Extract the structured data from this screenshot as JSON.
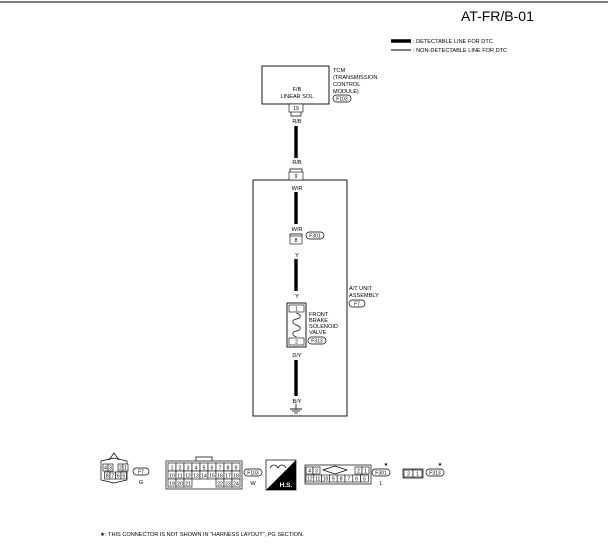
{
  "header": {
    "title": "AT-FR/B-01"
  },
  "legend": {
    "detectable": ": DETECTABLE LINE FOR DTC",
    "non_detectable": ": NON-DETECTABLE LINE FOR DTC"
  },
  "tcm": {
    "name_lines": [
      "TCM",
      "(TRANSMISSION",
      "CONTROL",
      "MODULE)"
    ],
    "connector_ref": "F103",
    "internal_lines": [
      "F/B",
      "LINEAR SOL"
    ],
    "terminal": "19"
  },
  "wires": {
    "rb_top": "R/B",
    "rb_bottom": "R/B",
    "wr_top": "W/R",
    "wr_mid": "W/R",
    "y_top": "Y",
    "y_bottom": "Y",
    "dy": "D/Y",
    "by": "B/Y"
  },
  "at_unit": {
    "name_lines": [
      "A/T UNIT",
      "ASSEMBLY"
    ],
    "connector_ref": "F7",
    "terminal_top": "9",
    "joint_connector_ref": "F301",
    "joint_terminal": "8"
  },
  "solenoid": {
    "name_lines": [
      "FRONT",
      "BRAKE",
      "SOLENOID",
      "VALVE"
    ],
    "connector_ref": "F313",
    "terminal_top": "1",
    "terminal_bottom": "2"
  },
  "connectors_row": {
    "c1": {
      "top": [
        "4",
        "3",
        "",
        "2",
        "1"
      ],
      "bottom": [
        "8",
        "7",
        "6",
        "5"
      ],
      "ref": "F7",
      "color": "G"
    },
    "c2": {
      "row1": [
        "1",
        "2",
        "3",
        "4",
        "5",
        "6",
        "7",
        "8",
        "9"
      ],
      "row2": [
        "10",
        "11",
        "12",
        "13",
        "14",
        "15",
        "16",
        "17",
        "18"
      ],
      "row3": [
        "19",
        "20",
        "21",
        "",
        "",
        "",
        "22",
        "23",
        "24"
      ],
      "ref": "F103",
      "color": "W"
    },
    "hs_label": "H.S.",
    "c3": {
      "top": [
        "4",
        "3",
        "",
        "2",
        "1"
      ],
      "bottom": [
        "12",
        "11",
        "10",
        "9",
        "8",
        "7",
        "6",
        "5"
      ],
      "ref": "F301",
      "color": "L",
      "mark": "★"
    },
    "c4": {
      "cells": [
        "2",
        "1"
      ],
      "ref": "F313",
      "mark": "★"
    }
  },
  "footnote": "★: THIS CONNECTOR IS NOT SHOWN IN \"HARNESS LAYOUT\", PG SECTION."
}
